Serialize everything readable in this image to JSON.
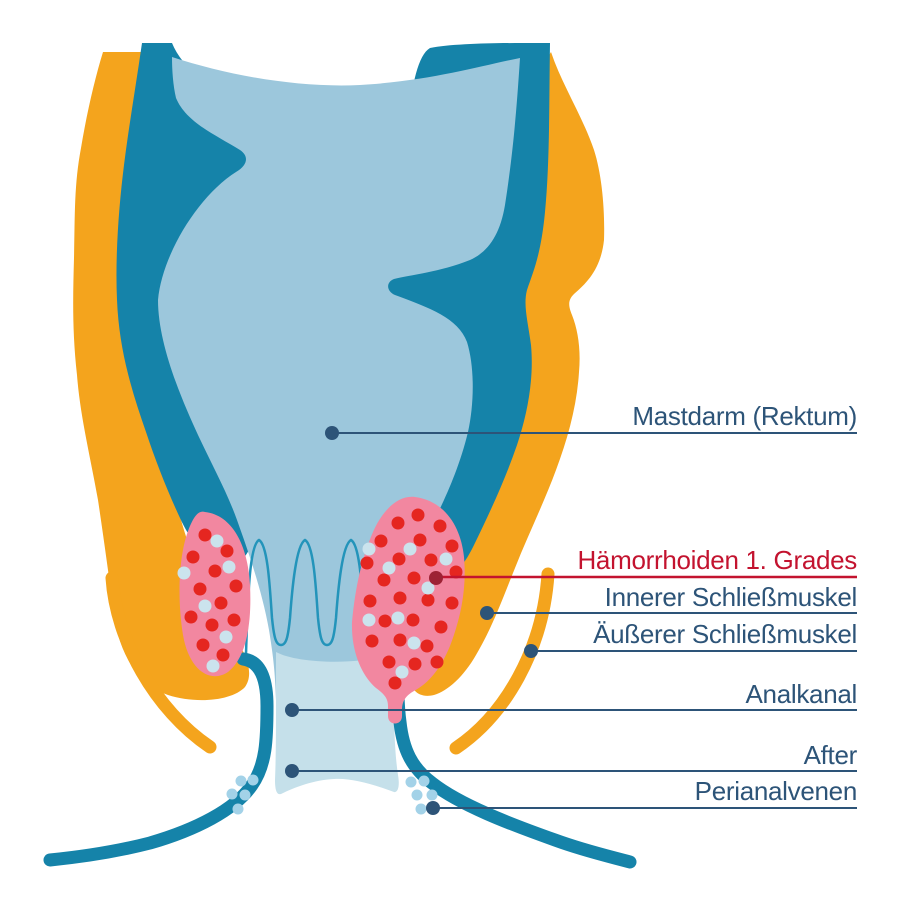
{
  "diagram": {
    "subject": "anorectal-cross-section-with-grade-1-hemorrhoids",
    "labels": {
      "rektum": "Mastdarm (Rektum)",
      "haemorrhoiden": "Hämorrhoiden 1. Grades",
      "innerer": "Innerer Schließmuskel",
      "aeusserer": "Äußerer Schließmuskel",
      "analkanal": "Analkanal",
      "after": "After",
      "perianalvenen": "Perianalvenen"
    },
    "colors": {
      "outer_muscle_orange": "#F4A41D",
      "wall_teal": "#1583A9",
      "lumen_blue": "#9CC7DC",
      "anal_canal_light_blue": "#C5E0EA",
      "hemorrhoid_pink": "#F287A0",
      "hemorrhoid_red_dot": "#E52620",
      "hemorrhoid_pale_dot": "#CBE3ED",
      "perianal_vein_dot": "#A3D2E8",
      "label_navy": "#2D5478",
      "label_red": "#C3132F",
      "marker_dark_red": "#9D2235",
      "background": "#FFFFFF"
    }
  }
}
